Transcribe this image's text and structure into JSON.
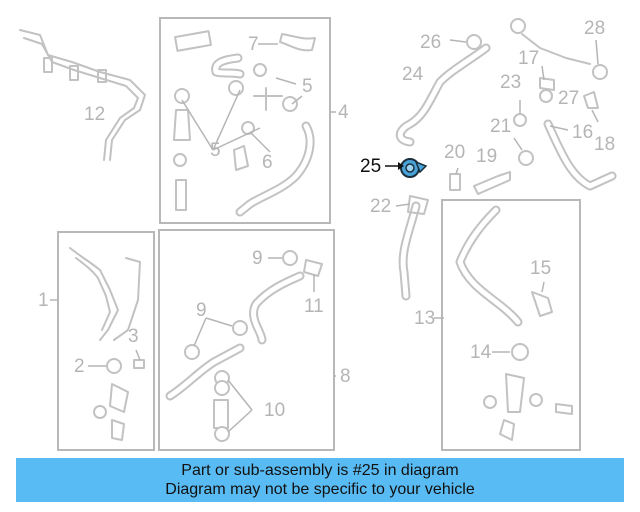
{
  "diagram": {
    "labels": {
      "c1": "1",
      "c2": "2",
      "c3": "3",
      "c4": "4",
      "c5a": "5",
      "c5b": "5",
      "c6": "6",
      "c7": "7",
      "c8": "8",
      "c9a": "9",
      "c9b": "9",
      "c10": "10",
      "c11": "11",
      "c12": "12",
      "c13": "13",
      "c14": "14",
      "c15": "15",
      "c16": "16",
      "c17": "17",
      "c18": "18",
      "c19": "19",
      "c20": "20",
      "c21": "21",
      "c22": "22",
      "c23": "23",
      "c24": "24",
      "c25": "25",
      "c26": "26",
      "c27": "27",
      "c28": "28"
    },
    "highlighted_part": "25",
    "highlight_color": "#4aa3d8"
  },
  "banner": {
    "line1": "Part or sub-assembly is #25 in diagram",
    "line2": "Diagram may not be specific to your vehicle",
    "color": "#59bbf3"
  }
}
